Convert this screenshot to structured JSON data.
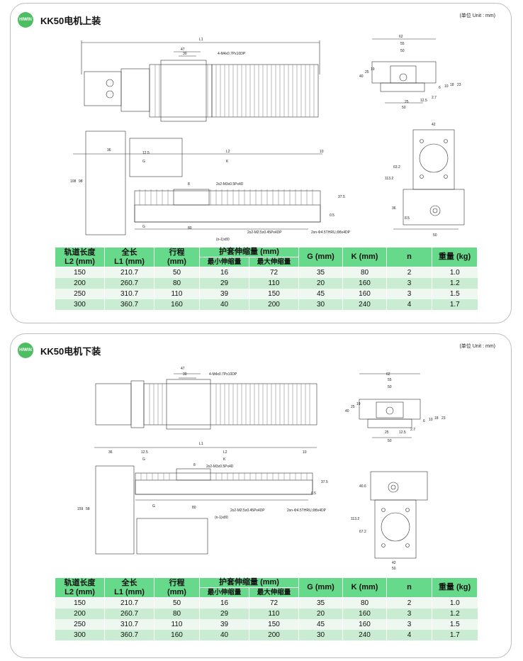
{
  "panel1": {
    "badge": "HIWIN",
    "title": "KK50电机上装",
    "unit_note": "(单位 Unit : mm)",
    "dims": {
      "l1": "L1",
      "d47": "47",
      "d30": "30",
      "m4": "4-M4x0.7Px10DP",
      "d62": "62",
      "d55": "55",
      "d50": "50",
      "d40": "40",
      "d25": "25",
      "d19": "19",
      "d23": "23",
      "d18": "18",
      "d10": "10",
      "d6": "6",
      "d2_7": "2.7",
      "d12_5": "12.5",
      "d36": "36",
      "l2": "L2",
      "k": "K",
      "g": "G",
      "d8": "8",
      "m3": "2x2-M3x0.5Px4D",
      "d37_5": "37.5",
      "d0_5": "0.5",
      "m2": "2x2-M2.5x0.45Px4DP",
      "thru": "2xn-Φ4.5THRU,Φ8x4DP",
      "d80": "80",
      "n80": "(n-1)x80",
      "d108": "108",
      "d98": "98",
      "d42": "42",
      "d113_2": "113.2",
      "d63_2": "63.2",
      "d8_5": "8.5"
    }
  },
  "panel2": {
    "badge": "HIWIN",
    "title": "KK50电机下装",
    "unit_note": "(单位 Unit : mm)",
    "dims": {
      "l1": "L1",
      "d47": "47",
      "d30": "30",
      "m4": "4-M4x0.7Px10DP",
      "d62": "62",
      "d55": "55",
      "d50": "50",
      "d40": "40",
      "d25": "25",
      "d19": "19",
      "d23": "23",
      "d18": "18",
      "d10": "10",
      "d6": "6",
      "d2_7": "2.7",
      "d12_5": "12.5",
      "d36": "36",
      "l2": "L2",
      "k": "K",
      "g": "G",
      "d8": "8",
      "m3": "2x2-M3x0.5Px4D",
      "d37_5": "37.5",
      "d0_5": "0.5",
      "m2": "2x2-M2.5x0.45Px4DP",
      "thru": "2xn-Φ4.5THRU,Φ8x4DP",
      "d80": "80",
      "n80": "(n-1)x80",
      "d159": "159",
      "d58": "58",
      "d42": "42",
      "d113_2": "113.2",
      "d40_6": "40.6",
      "d67_2": "67.2"
    }
  },
  "table": {
    "headers": {
      "l2_cn": "轨道长度",
      "l2_en": "L2 (mm)",
      "l1_cn": "全长",
      "l1_en": "L1 (mm)",
      "stroke_cn": "行程",
      "stroke_en": "(mm)",
      "bellows": "护套伸缩量 (mm)",
      "min": "最小伸缩量",
      "max": "最大伸缩量",
      "g": "G (mm)",
      "k": "K (mm)",
      "n": "n",
      "weight": "重量 (kg)"
    },
    "rows": [
      {
        "l2": "150",
        "l1": "210.7",
        "stroke": "50",
        "min": "16",
        "max": "72",
        "g": "35",
        "k": "80",
        "n": "2",
        "w": "1.0"
      },
      {
        "l2": "200",
        "l1": "260.7",
        "stroke": "80",
        "min": "29",
        "max": "110",
        "g": "20",
        "k": "160",
        "n": "3",
        "w": "1.2"
      },
      {
        "l2": "250",
        "l1": "310.7",
        "stroke": "110",
        "min": "39",
        "max": "150",
        "g": "45",
        "k": "160",
        "n": "3",
        "w": "1.5"
      },
      {
        "l2": "300",
        "l1": "360.7",
        "stroke": "160",
        "min": "40",
        "max": "200",
        "g": "30",
        "k": "240",
        "n": "4",
        "w": "1.7"
      }
    ]
  }
}
